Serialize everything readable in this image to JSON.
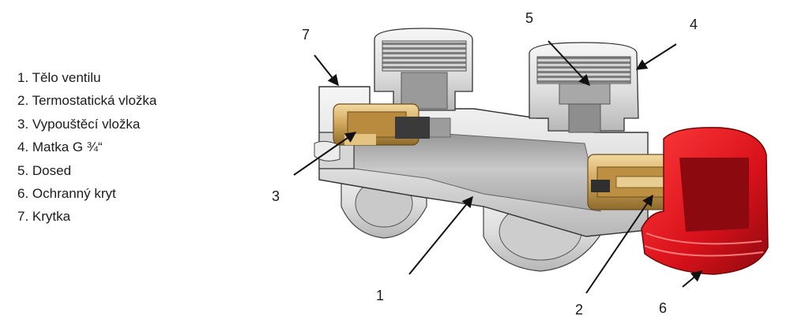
{
  "legend": [
    "1. Tělo ventilu",
    "2. Termostatická vložka",
    "3. Vypouštěcí vložka",
    "4. Matka G ¾“",
    "5. Dosed",
    "6. Ochranný kryt",
    "7. Krytka"
  ],
  "callouts": {
    "c1": "1",
    "c2": "2",
    "c3": "3",
    "c4": "4",
    "c5": "5",
    "c6": "6",
    "c7": "7"
  },
  "colors": {
    "body": "#e4e4e4",
    "brass": "#cfa45a",
    "red_cap": "#e0141a",
    "outline": "#2b2b2b"
  }
}
